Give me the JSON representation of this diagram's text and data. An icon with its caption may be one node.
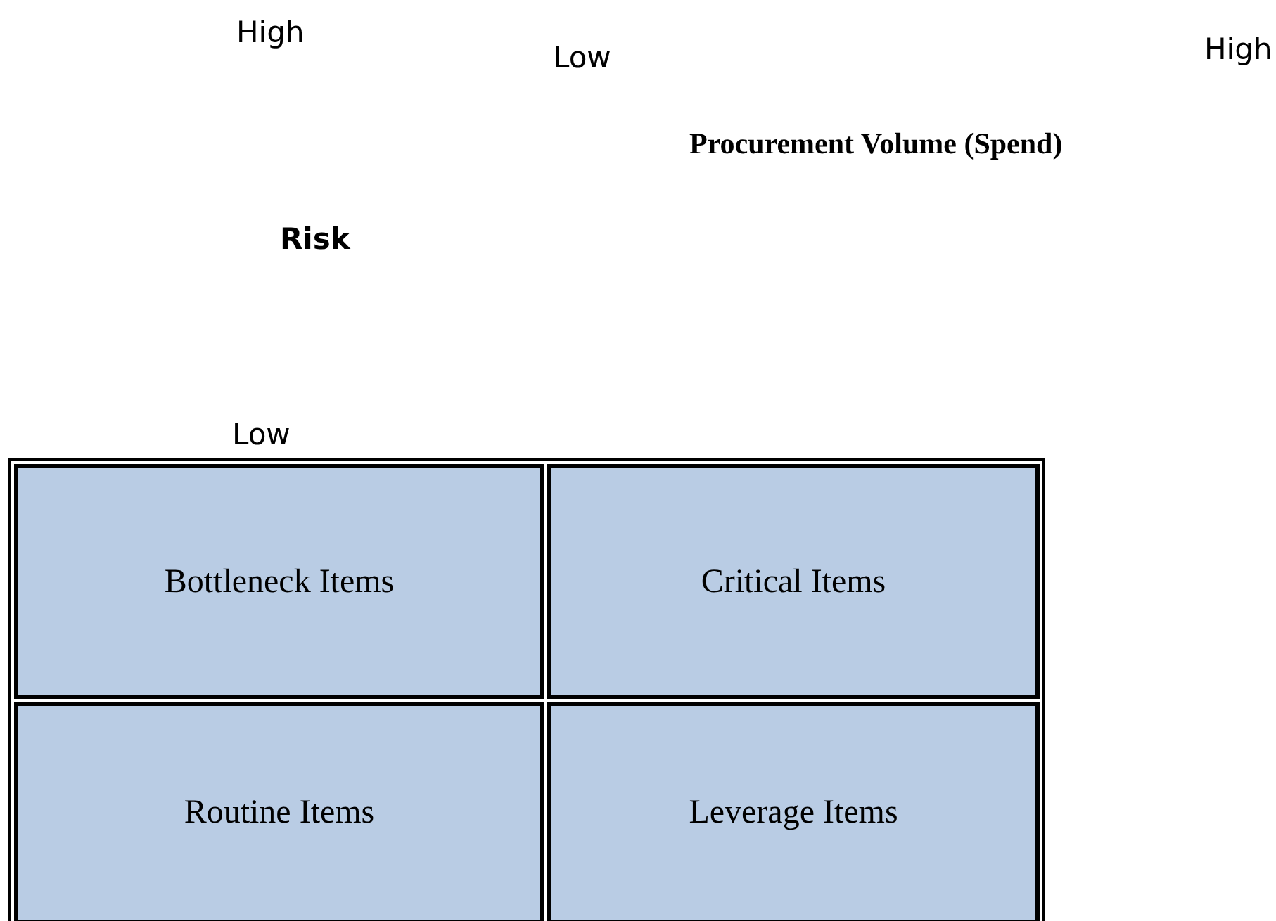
{
  "diagram": {
    "nodes": [
      {
        "text": [
          "Bottleneck Items"
        ]
      },
      {
        "text": [
          "Critical Items"
        ]
      },
      {
        "text": [
          "Routine Items"
        ]
      },
      {
        "text": [
          "Leverage Items"
        ]
      }
    ],
    "labels": [
      "High",
      "Low",
      "High",
      "Procurement Volume (Spend)",
      "Risk",
      "Low"
    ]
  }
}
